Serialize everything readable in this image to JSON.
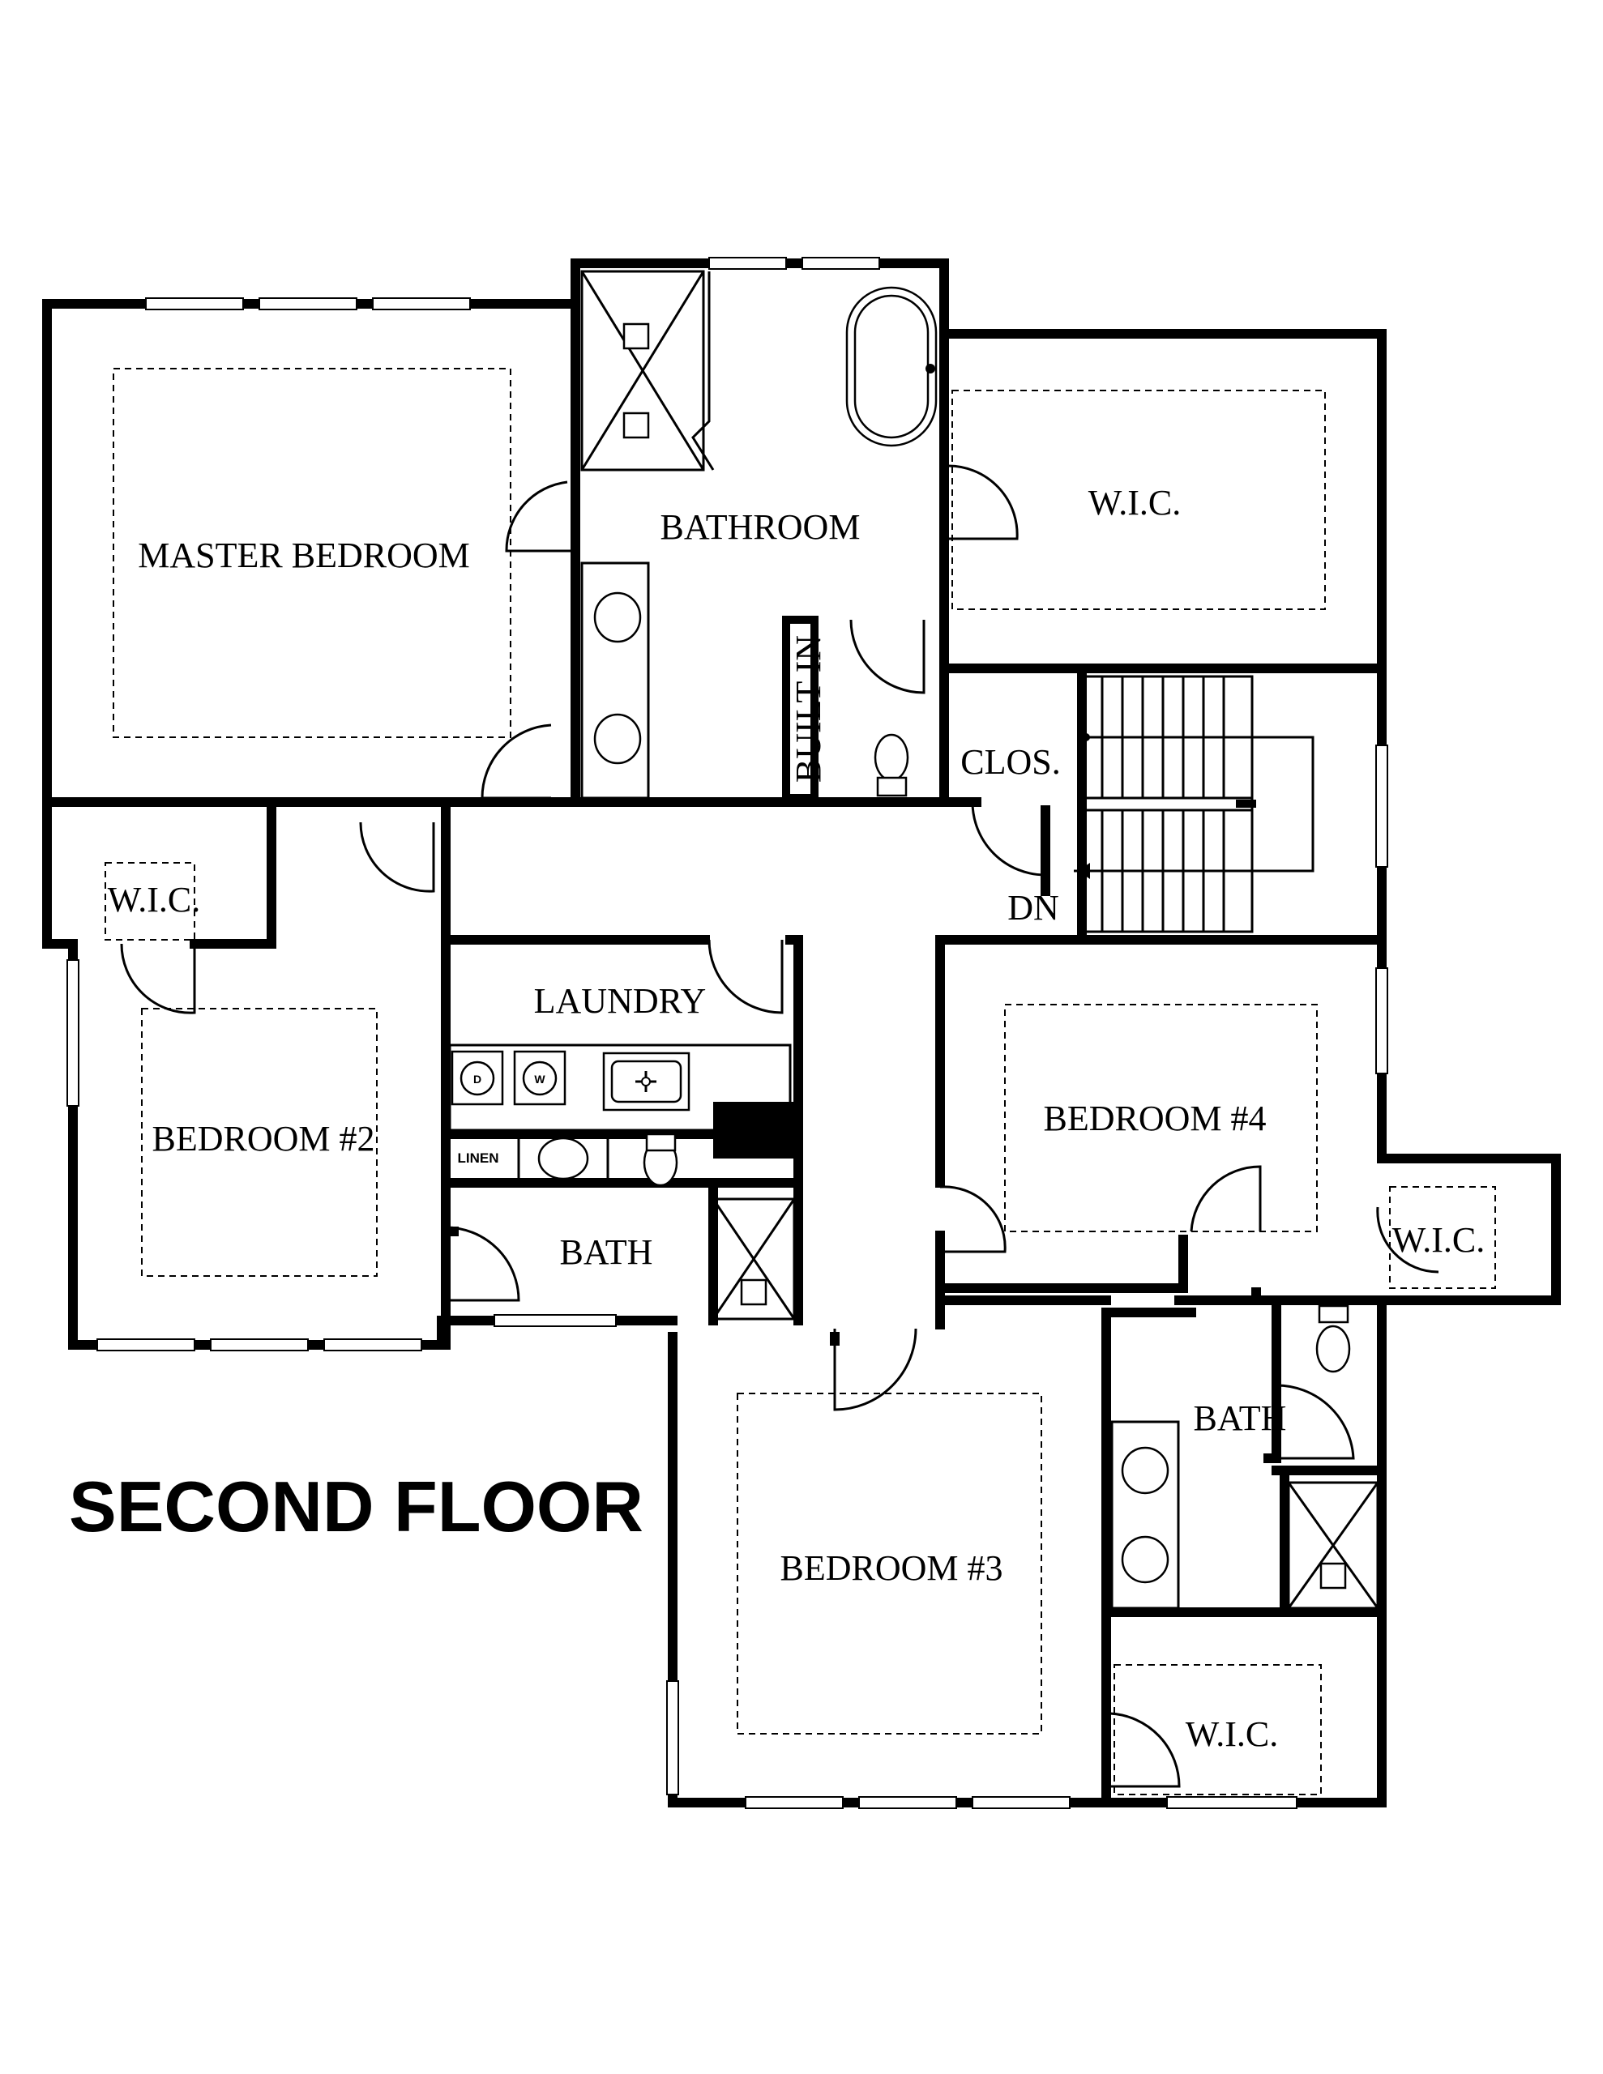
{
  "title": "SECOND FLOOR",
  "rooms": {
    "master_bedroom": "MASTER BEDROOM",
    "bathroom": "BATHROOM",
    "wic_master": "W.I.C.",
    "built_in": "BUILT IN",
    "closet": "CLOS.",
    "stairs_down": "DN",
    "wic_bedroom2": "W.I.C.",
    "laundry": "LAUNDRY",
    "bedroom2": "BEDROOM #2",
    "bedroom4": "BEDROOM #4",
    "linen": "LINEN",
    "bath_hall": "BATH",
    "wic_bedroom4": "W.I.C.",
    "bath_jack": "BATH",
    "bedroom3": "BEDROOM #3",
    "wic_bedroom3": "W.I.C."
  },
  "fixtures": {
    "dryer": "D",
    "washer": "W"
  }
}
